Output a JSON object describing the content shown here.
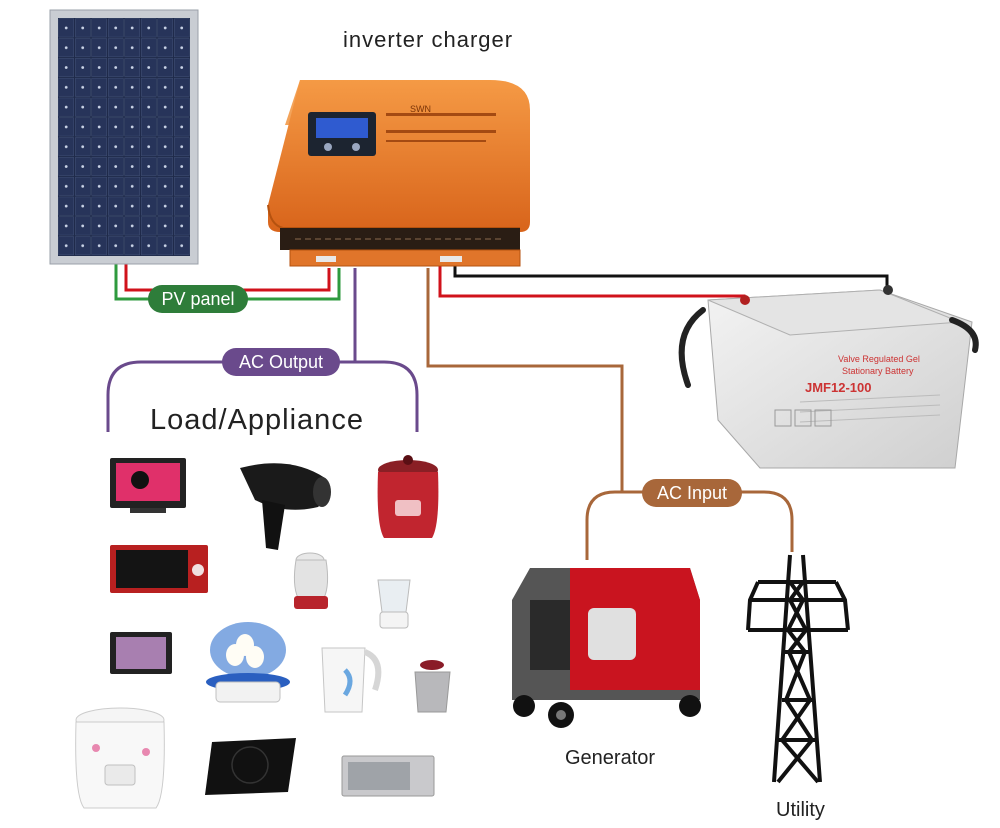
{
  "title": "inverter charger",
  "labels": {
    "pv_panel": "PV panel",
    "ac_output": "AC Output",
    "ac_input": "AC Input",
    "load_appliance": "Load/Appliance",
    "generator": "Generator",
    "utility": "Utility"
  },
  "inverter": {
    "brand": "SWN",
    "body_color": "#ec7a2a"
  },
  "battery": {
    "line1": "Valve Regulated Gel",
    "line2": "Stationary Battery",
    "model": "JMF12-100"
  },
  "colors": {
    "pv_badge": "#2e7d3a",
    "ac_output_badge": "#6a4a8c",
    "ac_input_badge": "#a8673a",
    "wire_red": "#d0121b",
    "wire_green": "#2e9a3e",
    "wire_black": "#111111"
  }
}
